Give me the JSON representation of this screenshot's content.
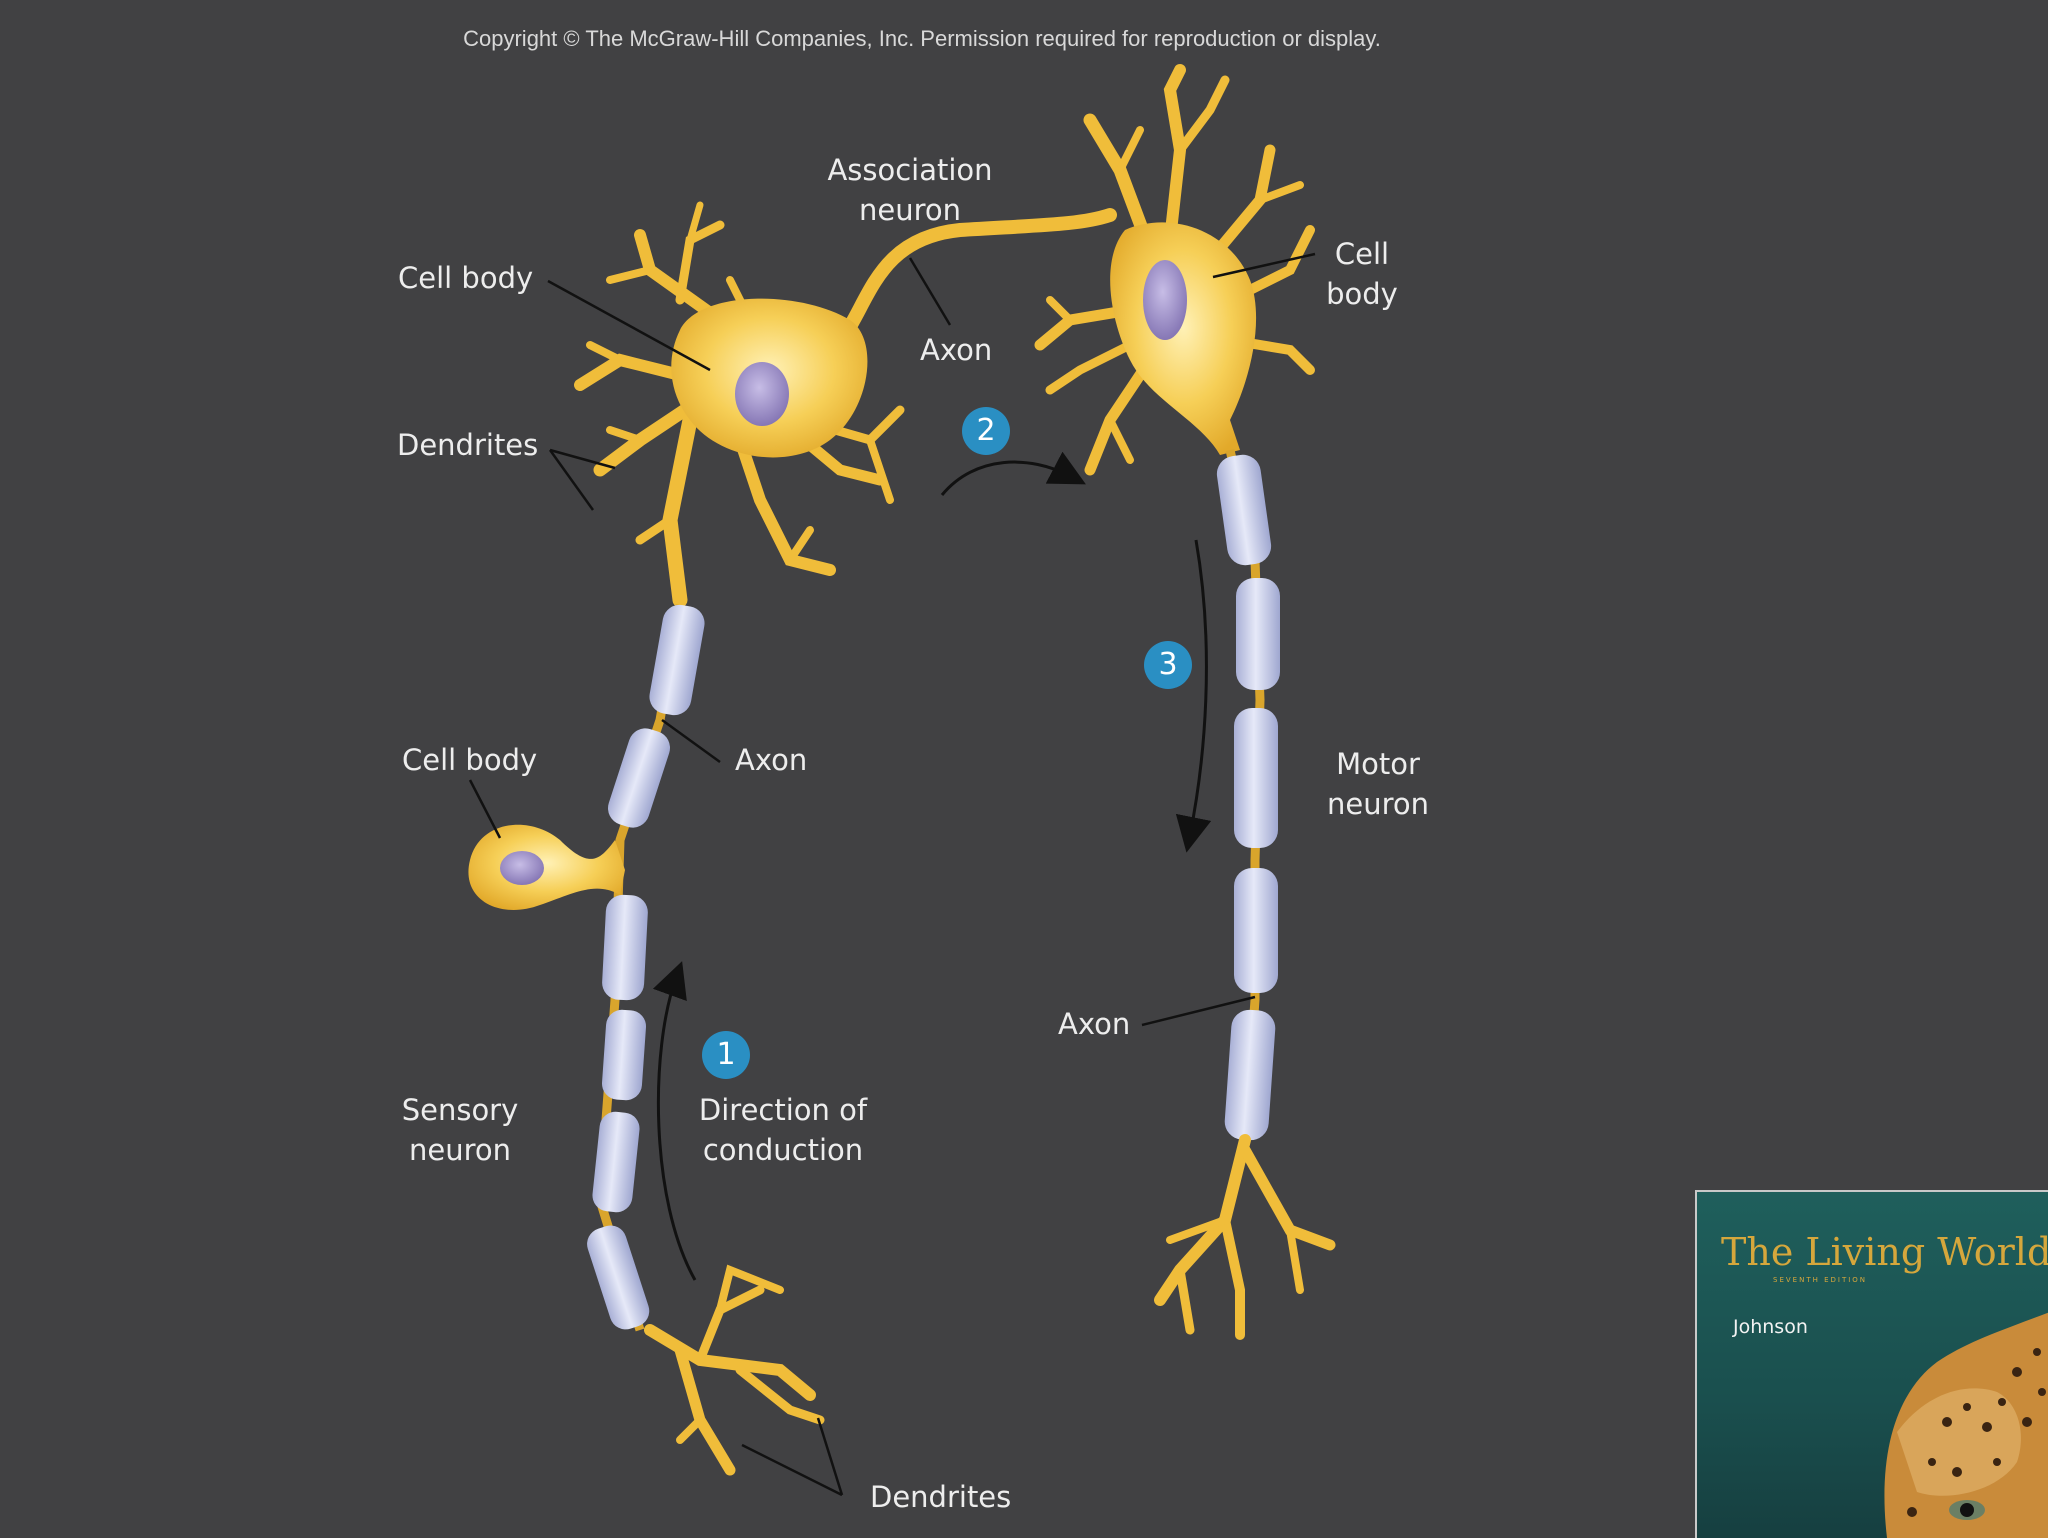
{
  "copyright": "Copyright © The McGraw-Hill Companies, Inc. Permission required for reproduction or display.",
  "labels": {
    "association_neuron": [
      "Association",
      "neuron"
    ],
    "cell_body_assoc": "Cell body",
    "dendrites_assoc": "Dendrites",
    "axon_assoc": "Axon",
    "cell_body_motor": [
      "Cell",
      "body"
    ],
    "cell_body_sensory": "Cell body",
    "axon_sensory": "Axon",
    "motor_neuron": [
      "Motor",
      "neuron"
    ],
    "axon_motor": "Axon",
    "sensory_neuron": [
      "Sensory",
      "neuron"
    ],
    "direction_of_conduction": [
      "Direction of",
      "conduction"
    ],
    "dendrites_sensory": "Dendrites"
  },
  "steps": [
    "1",
    "2",
    "3"
  ],
  "book": {
    "title": "The Living World",
    "edition": "SEVENTH EDITION",
    "author": "Johnson"
  },
  "colors": {
    "background": "#414143",
    "neuron_body": "#f2c443",
    "myelin": "#c7cdea",
    "nucleus": "#9b8ec4",
    "step_badge": "#2a8fc3"
  }
}
